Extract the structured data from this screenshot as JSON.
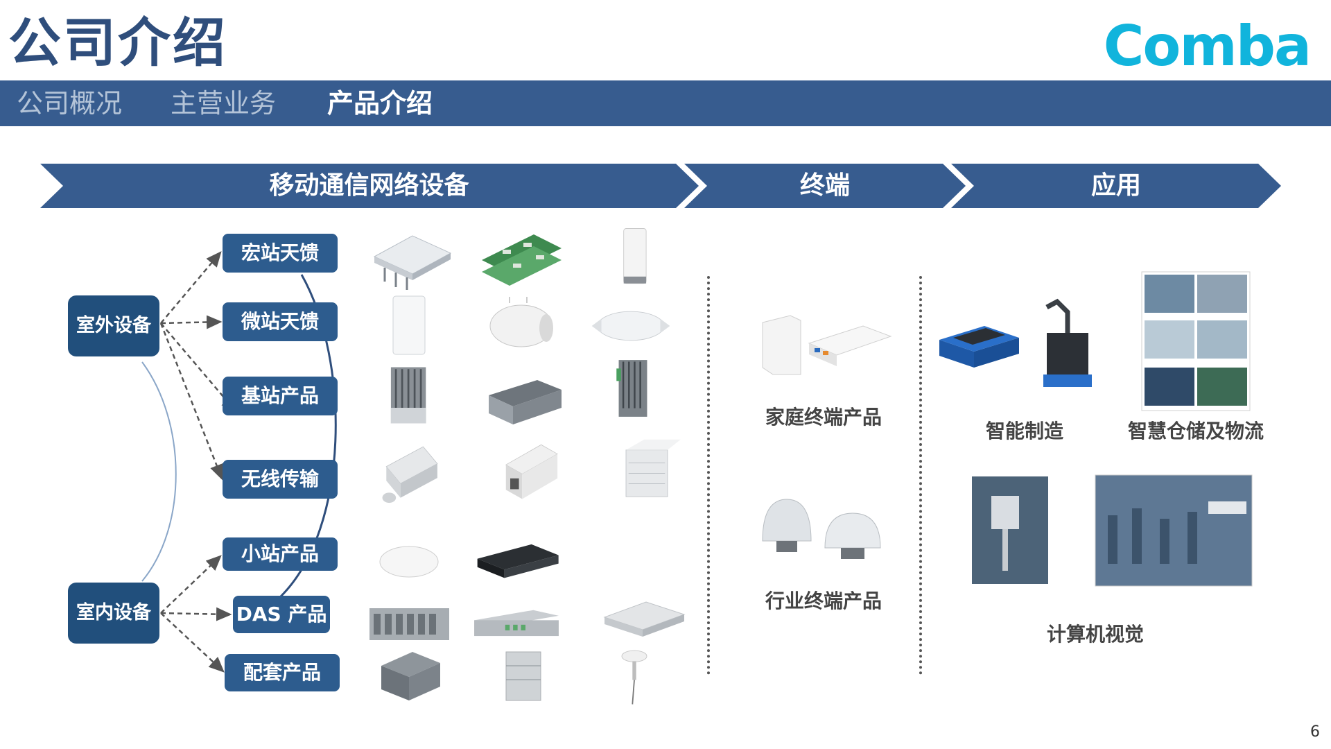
{
  "title": "公司介绍",
  "logo": "Comba",
  "nav": {
    "tabs": [
      {
        "label": "公司概况",
        "active": false
      },
      {
        "label": "主营业务",
        "active": false
      },
      {
        "label": "产品介绍",
        "active": true
      }
    ]
  },
  "process": [
    "移动通信网络设备",
    "终端",
    "应用"
  ],
  "network": {
    "categories": [
      "室外设备",
      "室内设备"
    ],
    "outdoor_items": [
      "宏站天馈",
      "微站天馈",
      "基站产品",
      "无线传输"
    ],
    "indoor_items": [
      "小站产品",
      "DAS 产品",
      "配套产品"
    ]
  },
  "terminals": [
    "家庭终端产品",
    "行业终端产品"
  ],
  "applications": [
    "智能制造",
    "智慧仓储及物流",
    "计算机视觉"
  ],
  "page_number": "6",
  "colors": {
    "brand": "#375c8f",
    "dark": "#214f7c",
    "logo": "#11b4dc",
    "line": "#555555"
  }
}
